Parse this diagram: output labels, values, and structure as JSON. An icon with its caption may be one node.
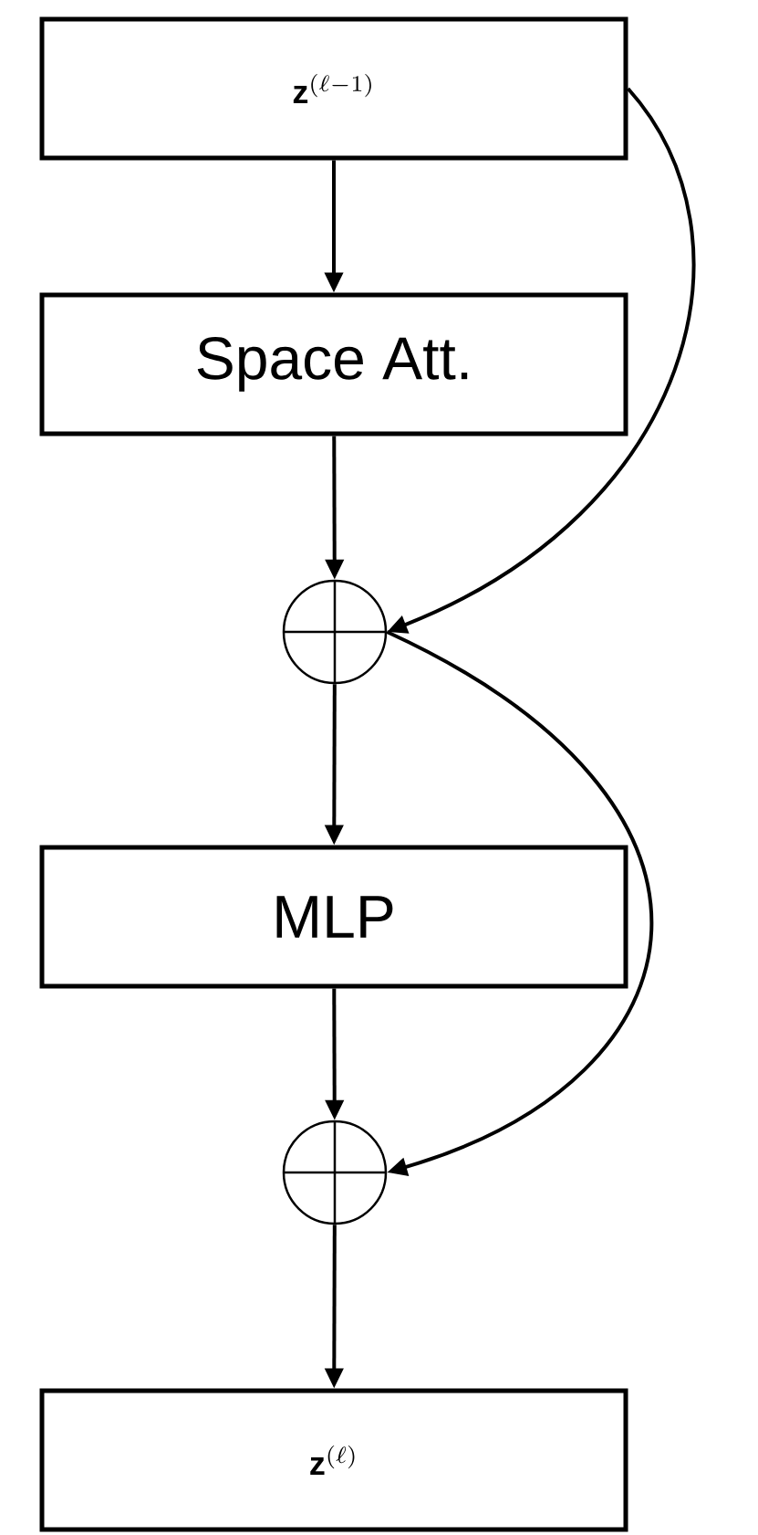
{
  "diagram": {
    "nodes": [
      {
        "text": [
          "\\mathbf{z}^{(\\ell-1)}"
        ]
      },
      {
        "text": [
          "Space Att."
        ]
      },
      {
        "text": [],
        "shape": "circle"
      },
      {
        "text": [
          "MLP"
        ]
      },
      {
        "text": [],
        "shape": "circle"
      },
      {
        "text": [
          "\\mathbf{z}^{(\\ell)}"
        ]
      }
    ],
    "edges": [
      {
        "from": 0,
        "to": 1,
        "arrow": "to"
      },
      {
        "from": 1,
        "to": 2,
        "arrow": "to"
      },
      {
        "from": 0,
        "to": 2,
        "arrow": "to"
      },
      {
        "from": 2,
        "to": 3,
        "arrow": "to"
      },
      {
        "from": 2,
        "to": 4,
        "arrow": "to"
      },
      {
        "from": 3,
        "to": 4,
        "arrow": "to"
      },
      {
        "from": 4,
        "to": 5,
        "arrow": "to"
      }
    ]
  }
}
